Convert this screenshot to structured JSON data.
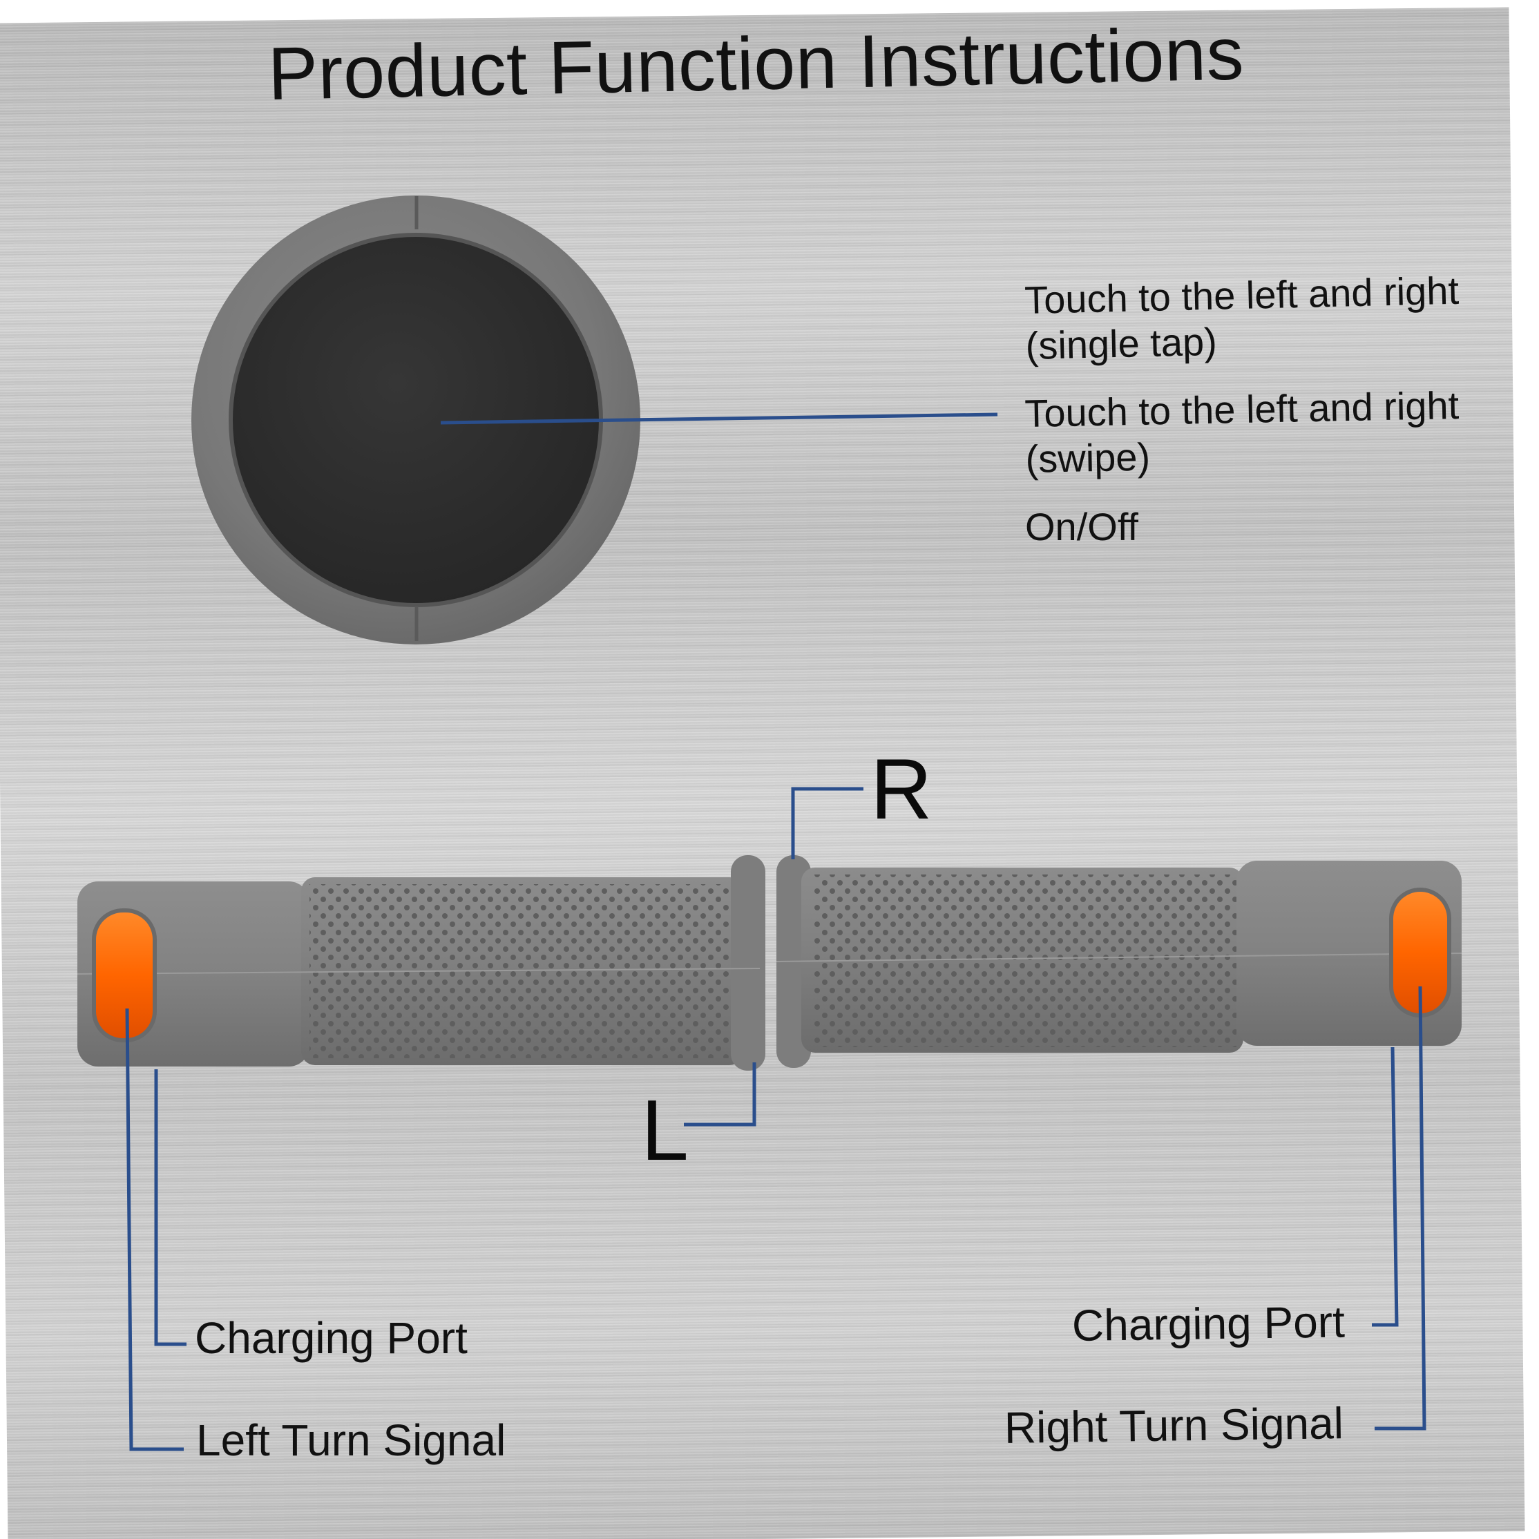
{
  "title": "Product Function Instructions",
  "functions": [
    "Touch to the left and right (single tap)",
    "Touch to the left and right (swipe)",
    "On/Off"
  ],
  "grip_labels": {
    "right": "R",
    "left": "L"
  },
  "callouts": {
    "left_charging_port": "Charging Port",
    "left_turn_signal": "Left Turn Signal",
    "right_charging_port": "Charging Port",
    "right_turn_signal": "Right Turn Signal"
  },
  "colors": {
    "callout_line": "#2a4e8c",
    "grip_rubber": "#7b7b7b",
    "button_face": "#2e2e2e",
    "turn_signal": "#ff6a00"
  }
}
